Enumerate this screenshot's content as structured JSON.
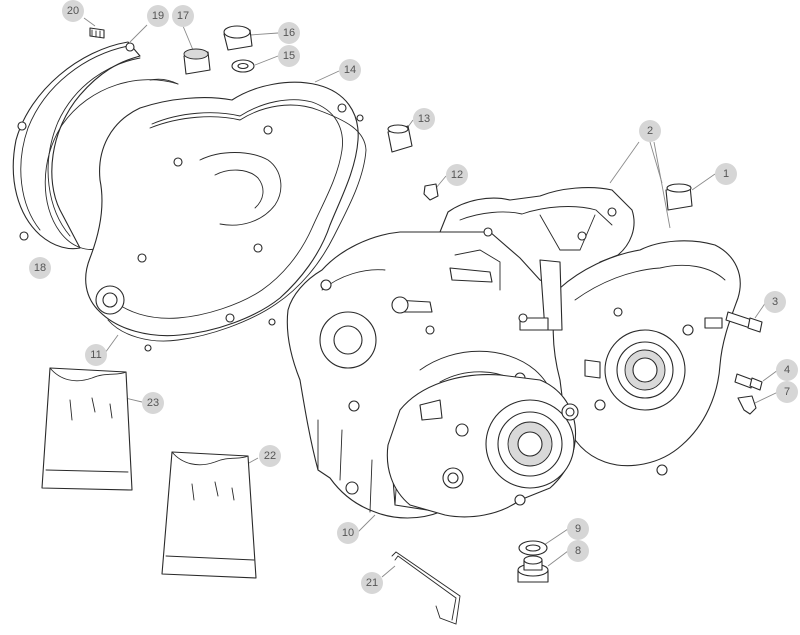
{
  "diagram": {
    "callouts": [
      {
        "label": "1"
      },
      {
        "label": "2"
      },
      {
        "label": "3"
      },
      {
        "label": "4"
      },
      {
        "label": "7"
      },
      {
        "label": "8"
      },
      {
        "label": "9"
      },
      {
        "label": "10"
      },
      {
        "label": "11"
      },
      {
        "label": "12"
      },
      {
        "label": "13"
      },
      {
        "label": "14"
      },
      {
        "label": "15"
      },
      {
        "label": "16"
      },
      {
        "label": "17"
      },
      {
        "label": "18"
      },
      {
        "label": "19"
      },
      {
        "label": "20"
      },
      {
        "label": "21"
      },
      {
        "label": "22"
      },
      {
        "label": "23"
      }
    ],
    "colors": {
      "callout_fill": "#d6d6d6",
      "callout_text": "#555555",
      "line": "#2a2a2a"
    }
  }
}
